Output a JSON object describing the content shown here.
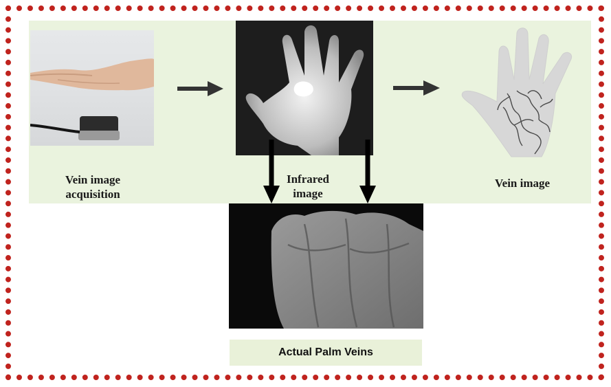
{
  "labels": {
    "acquisition_line1": "Vein image",
    "acquisition_line2": "acquisition",
    "infrared_line1": "Infrared",
    "infrared_line2": "image",
    "vein_image": "Vein image",
    "actual_palm_veins": "Actual Palm Veins"
  },
  "colors": {
    "border_dots": "#c0231e",
    "panel_background": "#eaf3de",
    "caption_background": "#e9f1d9",
    "arrow": "#333333"
  }
}
